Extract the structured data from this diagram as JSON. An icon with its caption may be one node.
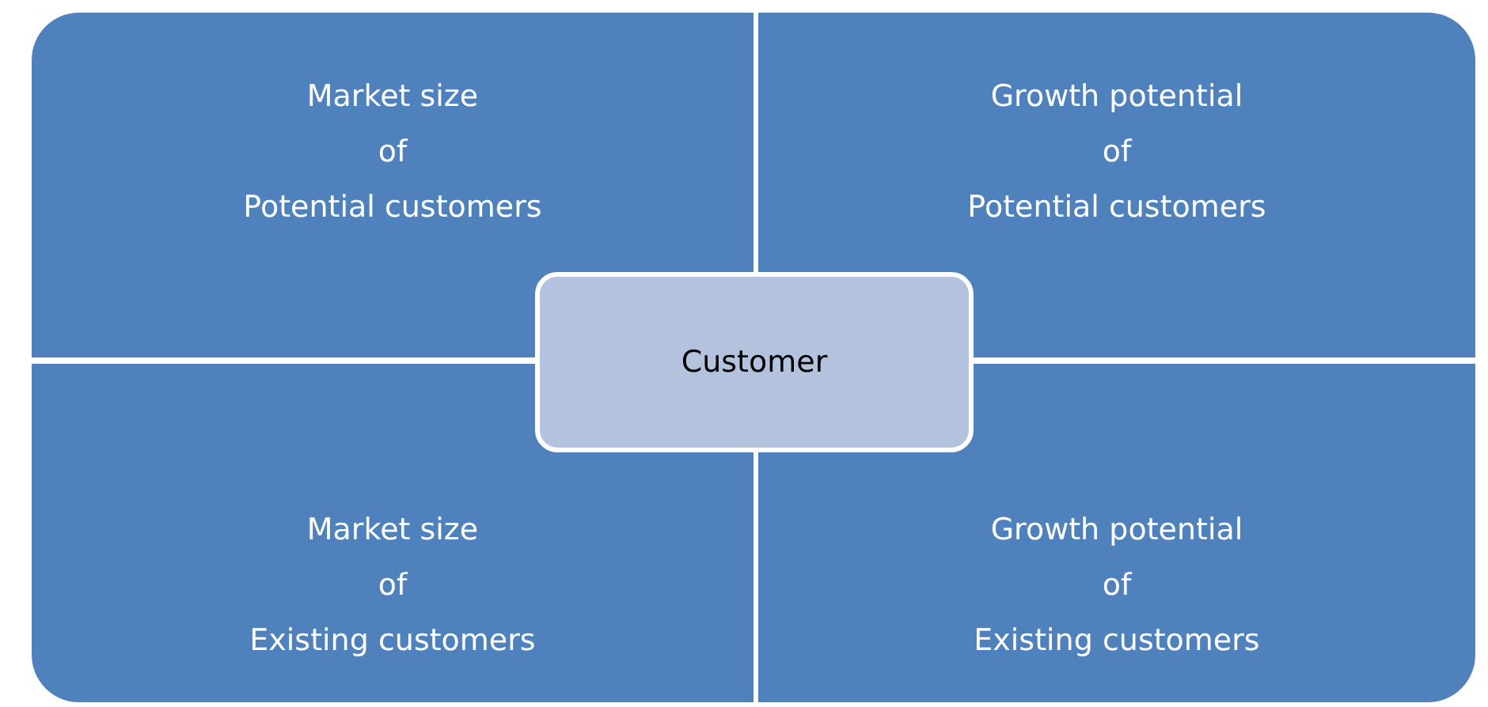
{
  "diagram": {
    "nodes": [
      {
        "text": [
          "Market size",
          "of",
          "Potential customers"
        ]
      },
      {
        "text": [
          "Growth potential",
          "of",
          "Potential customers"
        ]
      },
      {
        "text": [
          "Market size",
          "of",
          "Existing customers"
        ]
      },
      {
        "text": [
          "Growth potential",
          "of",
          "Existing customers"
        ]
      },
      {
        "text": [
          "Customer"
        ]
      }
    ]
  }
}
